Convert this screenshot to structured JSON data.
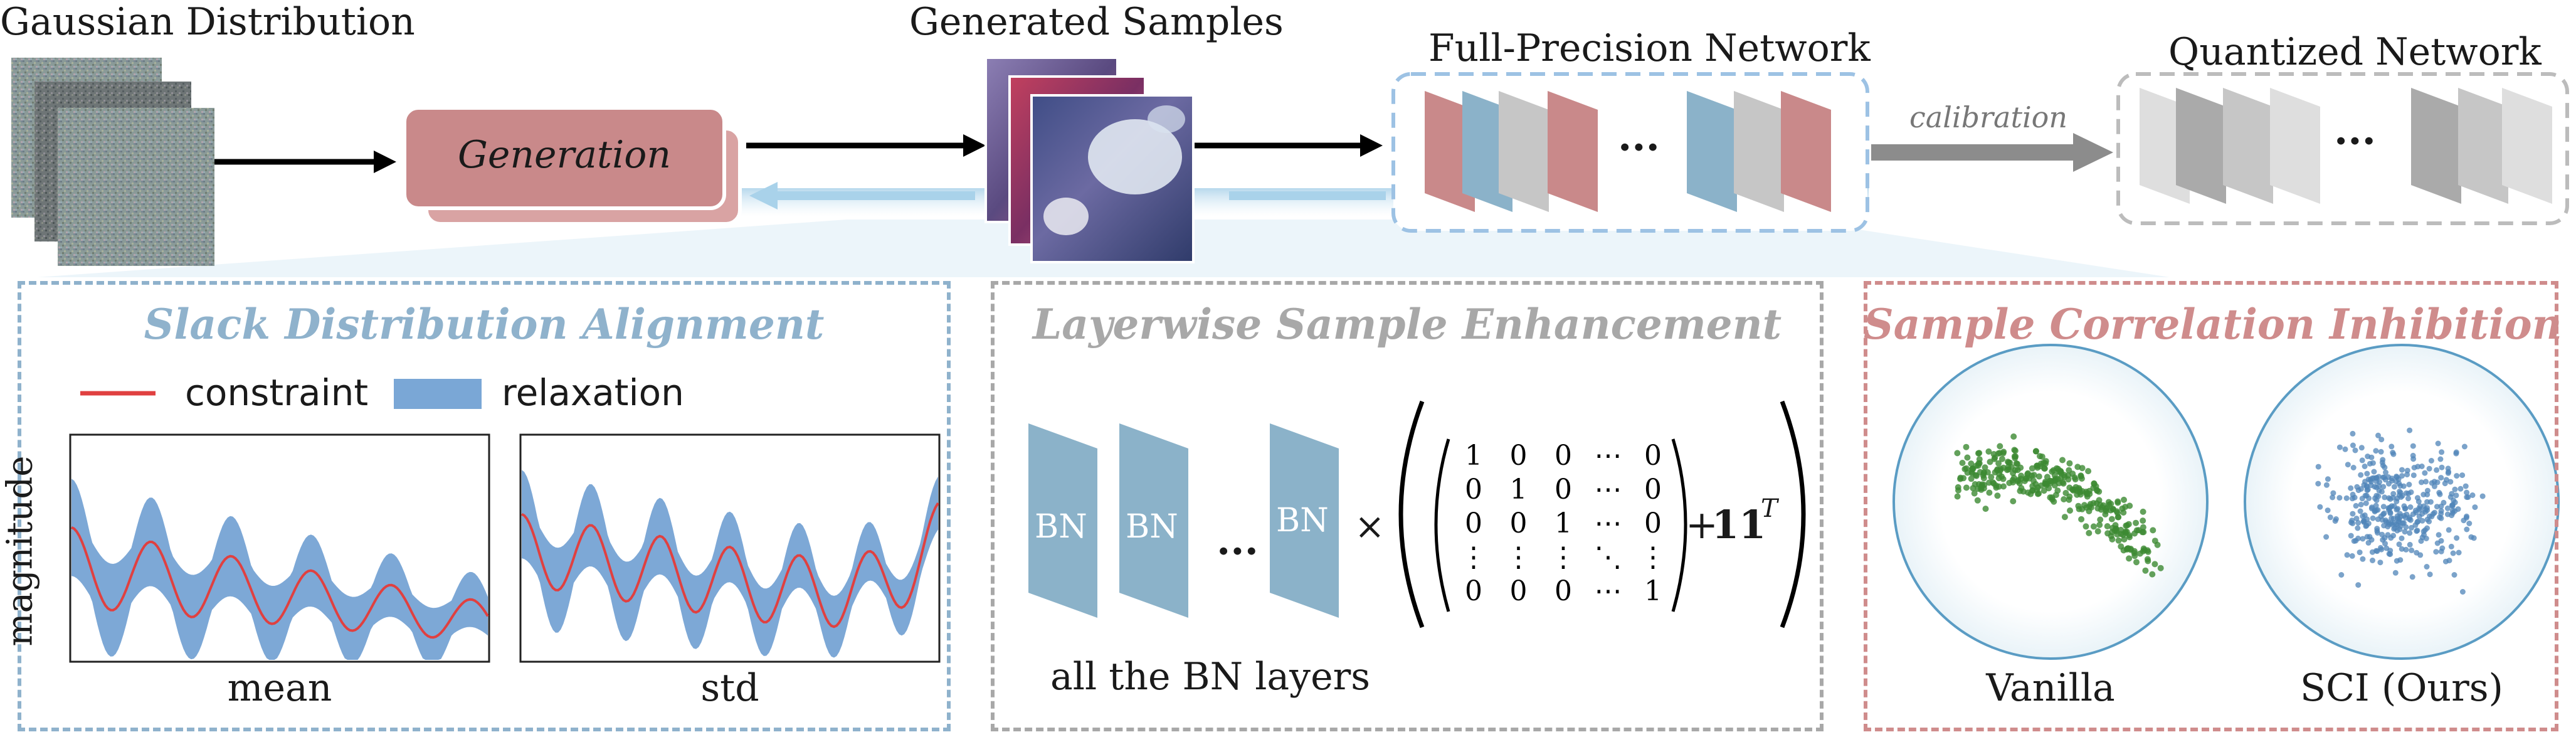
{
  "top_flow": {
    "gaussian_title": "Gaussian Distribution",
    "generation_label": "Generation",
    "generated_title": "Generated Samples",
    "fp_title": "Full-Precision Network",
    "calibration_label": "calibration",
    "quant_title": "Quantized Network",
    "ellipsis": "···"
  },
  "panels": {
    "sda": {
      "title": "Slack Distribution Alignment",
      "legend_constraint": "constraint",
      "legend_relaxation": "relaxation",
      "ylabel": "magnitude",
      "plot1_label": "mean",
      "plot2_label": "std"
    },
    "lse": {
      "title": "Layerwise Sample Enhancement",
      "bn_label": "BN",
      "times": "×",
      "matrix_rows": [
        [
          "1",
          "0",
          "0",
          "⋯",
          "0"
        ],
        [
          "0",
          "1",
          "0",
          "⋯",
          "0"
        ],
        [
          "0",
          "0",
          "1",
          "⋯",
          "0"
        ],
        [
          "⋮",
          "⋮",
          "⋮",
          "⋱",
          "⋮"
        ],
        [
          "0",
          "0",
          "0",
          "⋯",
          "1"
        ]
      ],
      "plus_term": "+",
      "ones_term": "11",
      "transpose": "T",
      "caption": "all the BN layers"
    },
    "sci": {
      "title": "Sample Correlation Inhibition",
      "vanilla_label": "Vanilla",
      "sci_label": "SCI (Ours)"
    }
  },
  "colors": {
    "pink_block": "#c9898a",
    "blue_layer": "#8bb2c9",
    "gray_layer": "#c6c6c6",
    "sda_accent": "#8fb2cc",
    "lse_accent": "#a8a8a8",
    "sci_accent": "#cf8c8c",
    "constraint_line": "#e04040",
    "relaxation_fill": "#6f9fd2",
    "vanilla_points": "#3c8a32",
    "sci_points": "#4f84b8"
  }
}
